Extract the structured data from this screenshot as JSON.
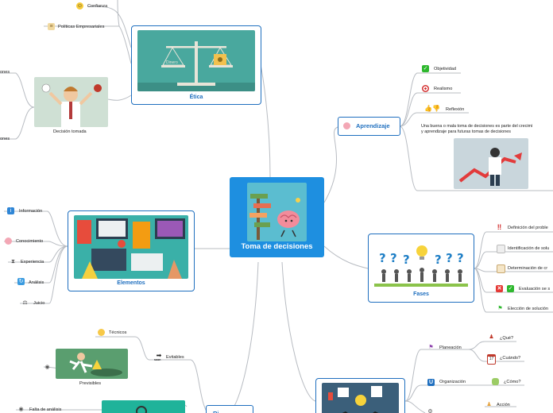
{
  "central": {
    "title": "Toma de decisiones"
  },
  "etica": {
    "title": "Ética",
    "scale_left": "Dinero",
    "top_items": [
      "Confianza",
      "Políticas Empresariales"
    ],
    "decision_label": "Decisión tomada",
    "left_cut": [
      "ones",
      "ones"
    ]
  },
  "elementos": {
    "title": "Elementos",
    "items": [
      "Información",
      "Conocimiento",
      "Experiencia",
      "Análisis",
      "Juicio"
    ]
  },
  "aprendizaje": {
    "title": "Aprendizaje",
    "items": [
      "Objetividad",
      "Realismo",
      "Reflexión"
    ],
    "note_line1": "Una buena o mala toma de decisiones es parte del crecimi",
    "note_line2": "y aprendizaje para futuras tomas de decisiones"
  },
  "fases": {
    "title": "Fases",
    "items": [
      "Definición del proble",
      "Identificación de solu",
      "Determinación de cr",
      "Evaluación se s",
      "Elección de solución"
    ]
  },
  "riesgos": {
    "title": "Ri",
    "evitables": "Evitables",
    "tecnicos": "Técnicos",
    "previsibles": "Previsibles",
    "falta": "Falta de análisis",
    "icon_word": "soon"
  },
  "proceso": {
    "planeacion": "Planeación",
    "que": "¿Qué?",
    "cuando": "¿Cuándo?",
    "organizacion": "Organización",
    "como": "¿Cómo?",
    "accion": "Acción",
    "calendar_day": "17"
  },
  "colors": {
    "accent": "#1f6fbf",
    "central": "#1e8fe0",
    "link": "#b8bcc2"
  }
}
